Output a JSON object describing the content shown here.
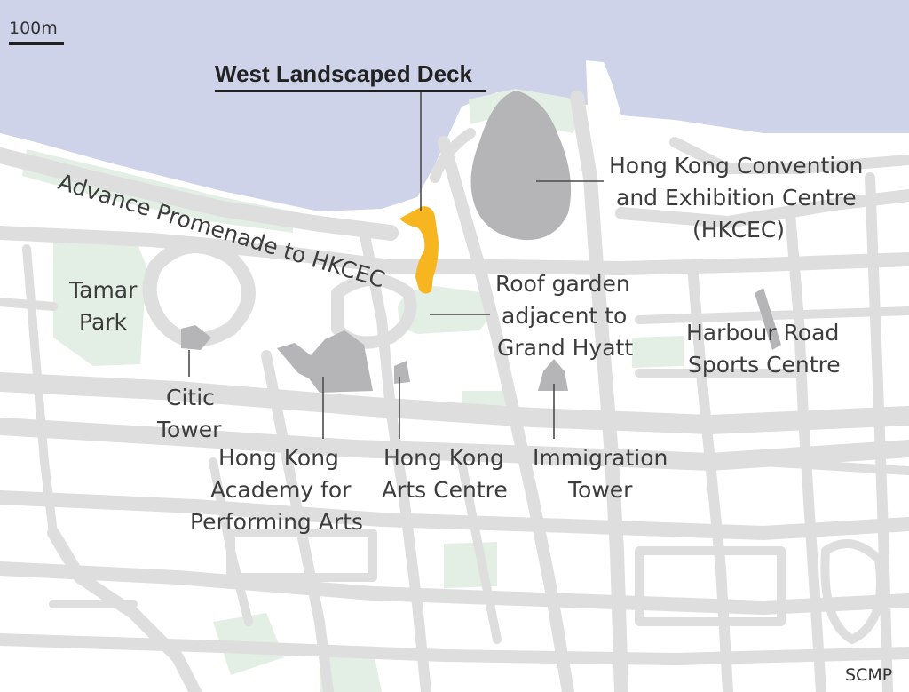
{
  "scale_bar": {
    "label": "100m"
  },
  "credit": "SCMP",
  "colors": {
    "water": "#cfd3ea",
    "land": "#ffffff",
    "road": "#dedede",
    "park": "#e3efe4",
    "building": "#b5b5b7",
    "highlight": "#f7b51f"
  },
  "highlight": {
    "name_lines": [
      "West Landscaped Deck"
    ]
  },
  "labels": {
    "promenade": [
      "Advance Promenade to HKCEC"
    ],
    "hkcec": [
      "Hong Kong Convention",
      "and Exhibition Centre",
      "(HKCEC)"
    ],
    "tamar": [
      "Tamar",
      "Park"
    ],
    "roof_garden": [
      "Roof garden",
      "adjacent to",
      "Grand Hyatt"
    ],
    "harbour_road": [
      "Harbour Road",
      "Sports Centre"
    ],
    "citic": [
      "Citic",
      "Tower"
    ],
    "hkapa": [
      "Hong Kong",
      "Academy for",
      "Performing Arts"
    ],
    "arts_centre": [
      "Hong Kong",
      "Arts Centre"
    ],
    "immigration": [
      "Immigration",
      "Tower"
    ]
  }
}
